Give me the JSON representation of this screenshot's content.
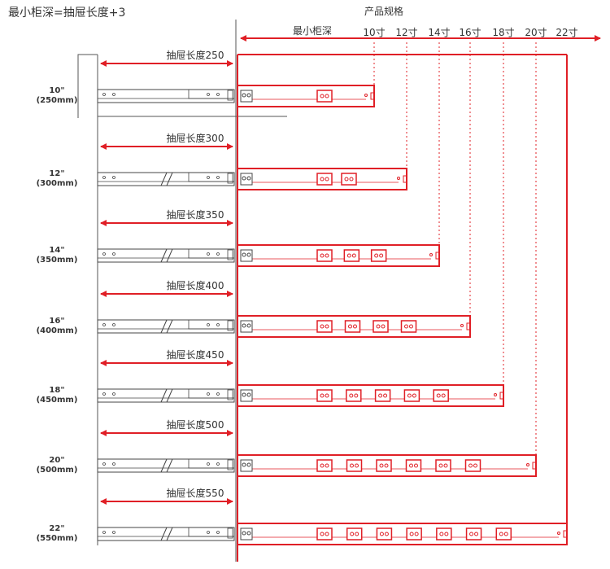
{
  "formula": "最小柜深=抽屉长度+3",
  "product_spec_label": "产品规格",
  "min_depth_label": "最小柜深",
  "spec_ticks": [
    "10寸",
    "12寸",
    "14寸",
    "16寸",
    "18寸",
    "20寸",
    "22寸"
  ],
  "rows": [
    {
      "size": "10\"",
      "mm": "(250mm)",
      "drawer_label": "抽屉长度250"
    },
    {
      "size": "12\"",
      "mm": "(300mm)",
      "drawer_label": "抽屉长度300"
    },
    {
      "size": "14\"",
      "mm": "(350mm)",
      "drawer_label": "抽屉长度350"
    },
    {
      "size": "16\"",
      "mm": "(400mm)",
      "drawer_label": "抽屉长度400"
    },
    {
      "size": "18\"",
      "mm": "(450mm)",
      "drawer_label": "抽屉长度450"
    },
    {
      "size": "20\"",
      "mm": "(500mm)",
      "drawer_label": "抽屉长度500"
    },
    {
      "size": "22\"",
      "mm": "(550mm)",
      "drawer_label": "抽屉长度550"
    }
  ],
  "colors": {
    "accent": "#e01f26",
    "line": "#444444",
    "text": "#333333"
  }
}
